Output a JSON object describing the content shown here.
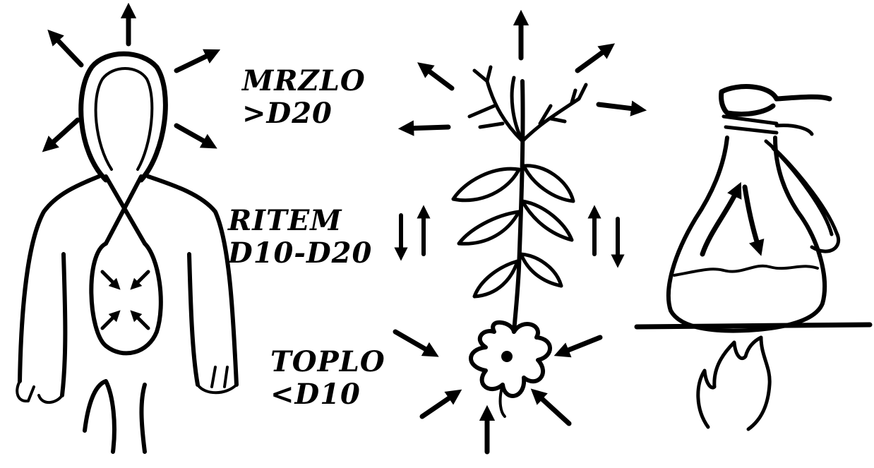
{
  "labels": {
    "cold": {
      "line1": "MRZLO",
      "line2": ">D20"
    },
    "rhythm": {
      "line1": "RITEM",
      "line2": "D10-D20"
    },
    "warm": {
      "line1": "TOPLO",
      "line2": "<D10"
    }
  },
  "icons": [
    "human-figure-icon",
    "plant-icon",
    "flask-over-flame-icon",
    "arrow-icon",
    "flame-icon"
  ],
  "colors": {
    "ink": "#000000",
    "paper": "#ffffff"
  }
}
